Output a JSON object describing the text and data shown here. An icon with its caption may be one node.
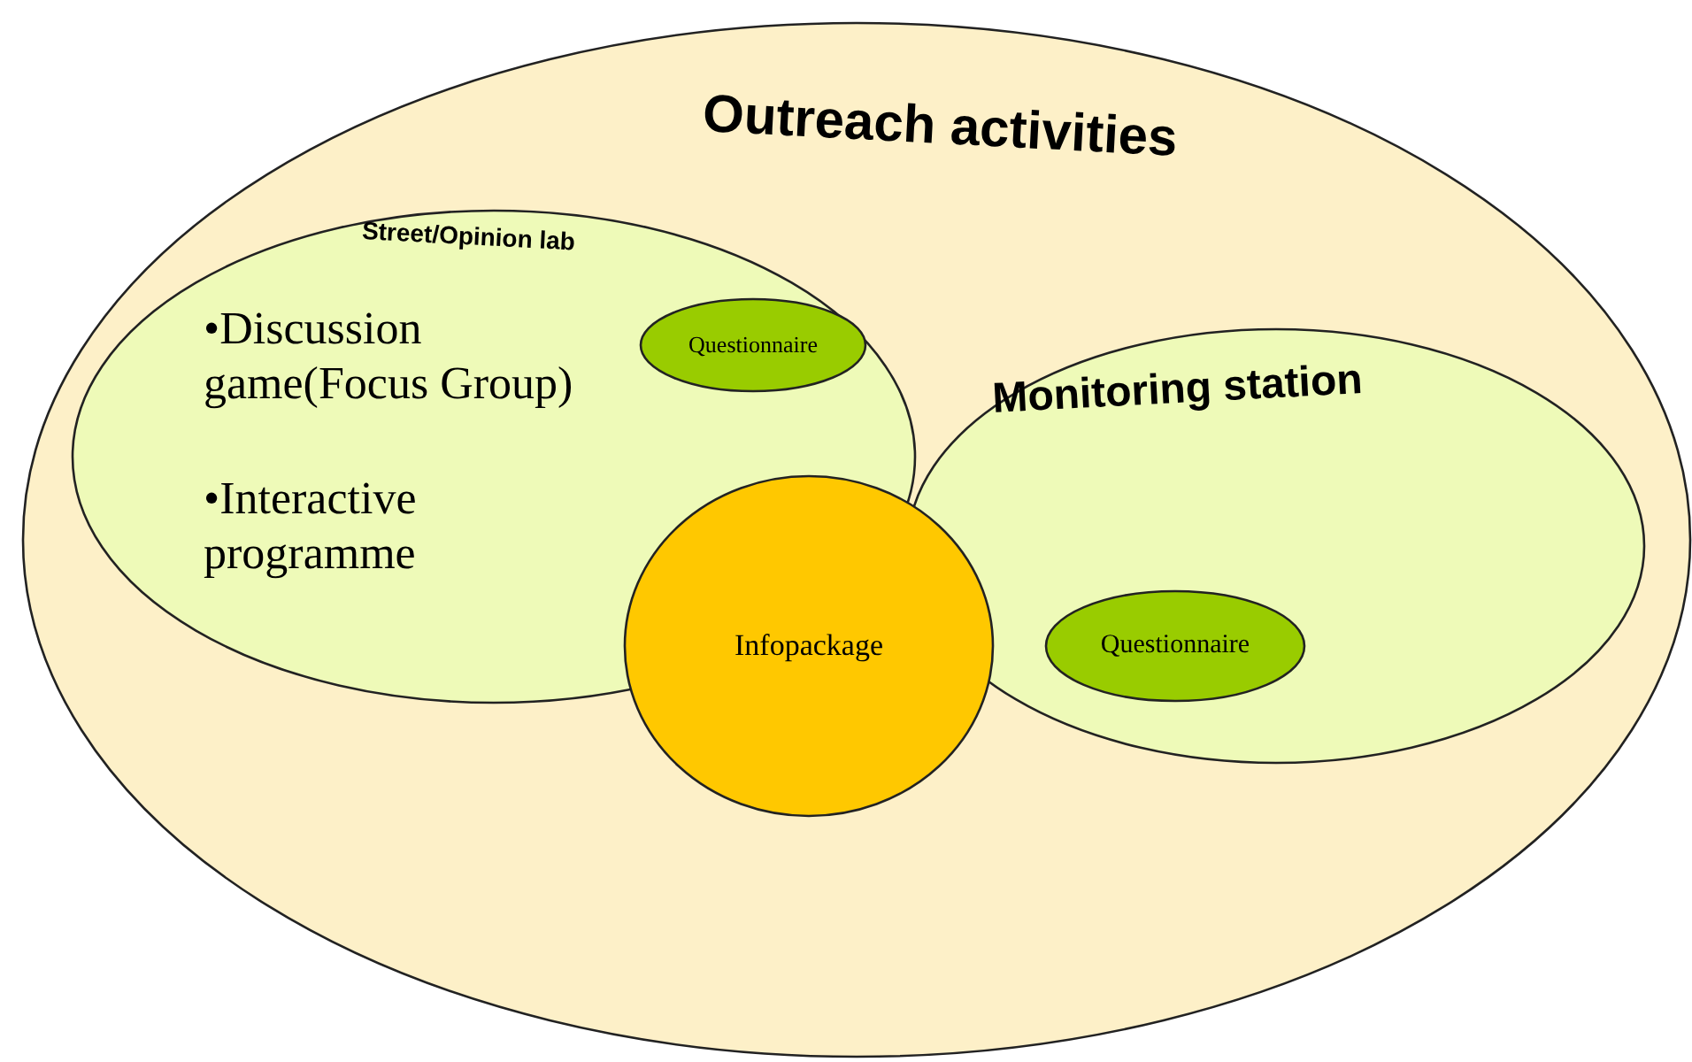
{
  "diagram": {
    "nodes": [
      {
        "text": [
          "Outreach activities"
        ]
      },
      {
        "text": [
          "Street/Opinion lab",
          "•Discussion game(Focus Group)",
          "•Interactive programme"
        ],
        "in": 0
      },
      {
        "text": [
          "Questionnaire"
        ],
        "in": 1
      },
      {
        "text": [
          "Monitoring station"
        ],
        "in": 0
      },
      {
        "text": [
          "Questionnaire"
        ],
        "in": 3
      },
      {
        "text": [
          "Infopackage"
        ],
        "in": 0
      }
    ]
  }
}
